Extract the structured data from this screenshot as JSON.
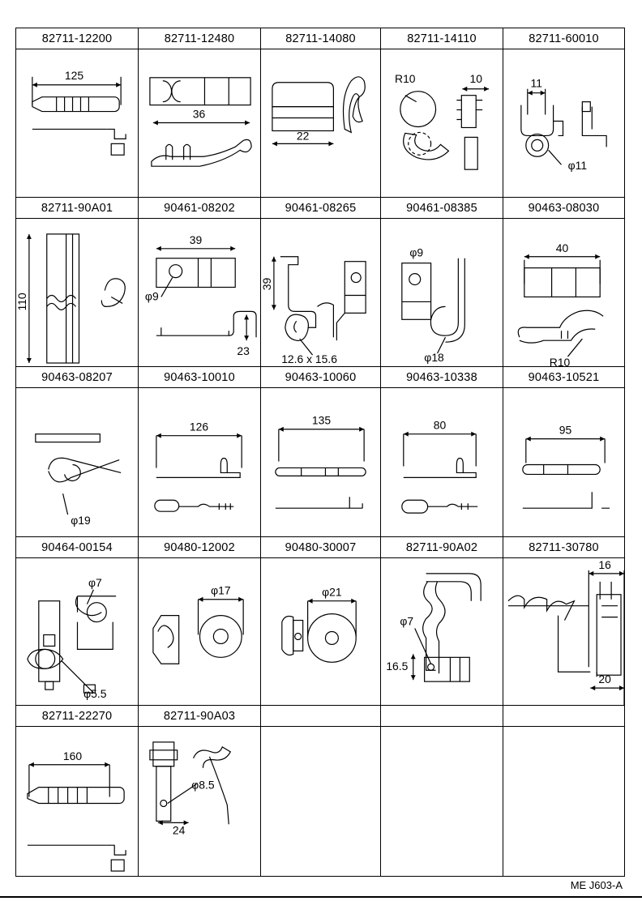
{
  "parts": [
    {
      "number": "82711-12200",
      "dims": [
        "125"
      ]
    },
    {
      "number": "82711-12480",
      "dims": [
        "36"
      ]
    },
    {
      "number": "82711-14080",
      "dims": [
        "22"
      ]
    },
    {
      "number": "82711-14110",
      "dims": [
        "R10",
        "10"
      ]
    },
    {
      "number": "82711-60010",
      "dims": [
        "11",
        "φ11"
      ]
    },
    {
      "number": "82711-90A01",
      "dims": [
        "110"
      ]
    },
    {
      "number": "90461-08202",
      "dims": [
        "39",
        "φ9",
        "23"
      ]
    },
    {
      "number": "90461-08265",
      "dims": [
        "39",
        "12.6 x 15.6"
      ]
    },
    {
      "number": "90461-08385",
      "dims": [
        "φ9",
        "φ18"
      ]
    },
    {
      "number": "90463-08030",
      "dims": [
        "40",
        "R10"
      ]
    },
    {
      "number": "90463-08207",
      "dims": [
        "φ19"
      ]
    },
    {
      "number": "90463-10010",
      "dims": [
        "126"
      ]
    },
    {
      "number": "90463-10060",
      "dims": [
        "135"
      ]
    },
    {
      "number": "90463-10338",
      "dims": [
        "80"
      ]
    },
    {
      "number": "90463-10521",
      "dims": [
        "95"
      ]
    },
    {
      "number": "90464-00154",
      "dims": [
        "φ7",
        "φ5.5"
      ]
    },
    {
      "number": "90480-12002",
      "dims": [
        "φ17"
      ]
    },
    {
      "number": "90480-30007",
      "dims": [
        "φ21"
      ]
    },
    {
      "number": "82711-90A02",
      "dims": [
        "φ7",
        "16.5"
      ]
    },
    {
      "number": "82711-30780",
      "dims": [
        "16",
        "20"
      ]
    },
    {
      "number": "82711-22270",
      "dims": [
        "160"
      ]
    },
    {
      "number": "82711-90A03",
      "dims": [
        "φ8.5",
        "24"
      ]
    },
    {
      "number": "",
      "dims": []
    },
    {
      "number": "",
      "dims": []
    },
    {
      "number": "",
      "dims": []
    }
  ],
  "footer": {
    "code": "ME  J603-A"
  }
}
